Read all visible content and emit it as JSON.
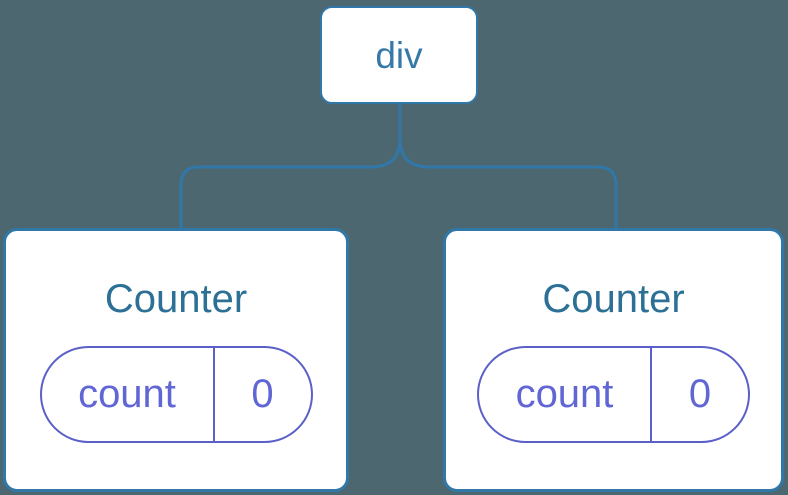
{
  "colors": {
    "background": "#4D6771",
    "line_blue": "#3177A7",
    "node_fill": "#FFFFFF",
    "tag_text_blue": "#3579A8",
    "component_title_blue": "#2D7096",
    "state_purple": "#5B60C9",
    "state_text_purple": "#6166D5"
  },
  "tree": {
    "root": {
      "label": "div"
    },
    "children": [
      {
        "title": "Counter",
        "state": {
          "key": "count",
          "value": "0"
        }
      },
      {
        "title": "Counter",
        "state": {
          "key": "count",
          "value": "0"
        }
      }
    ]
  }
}
